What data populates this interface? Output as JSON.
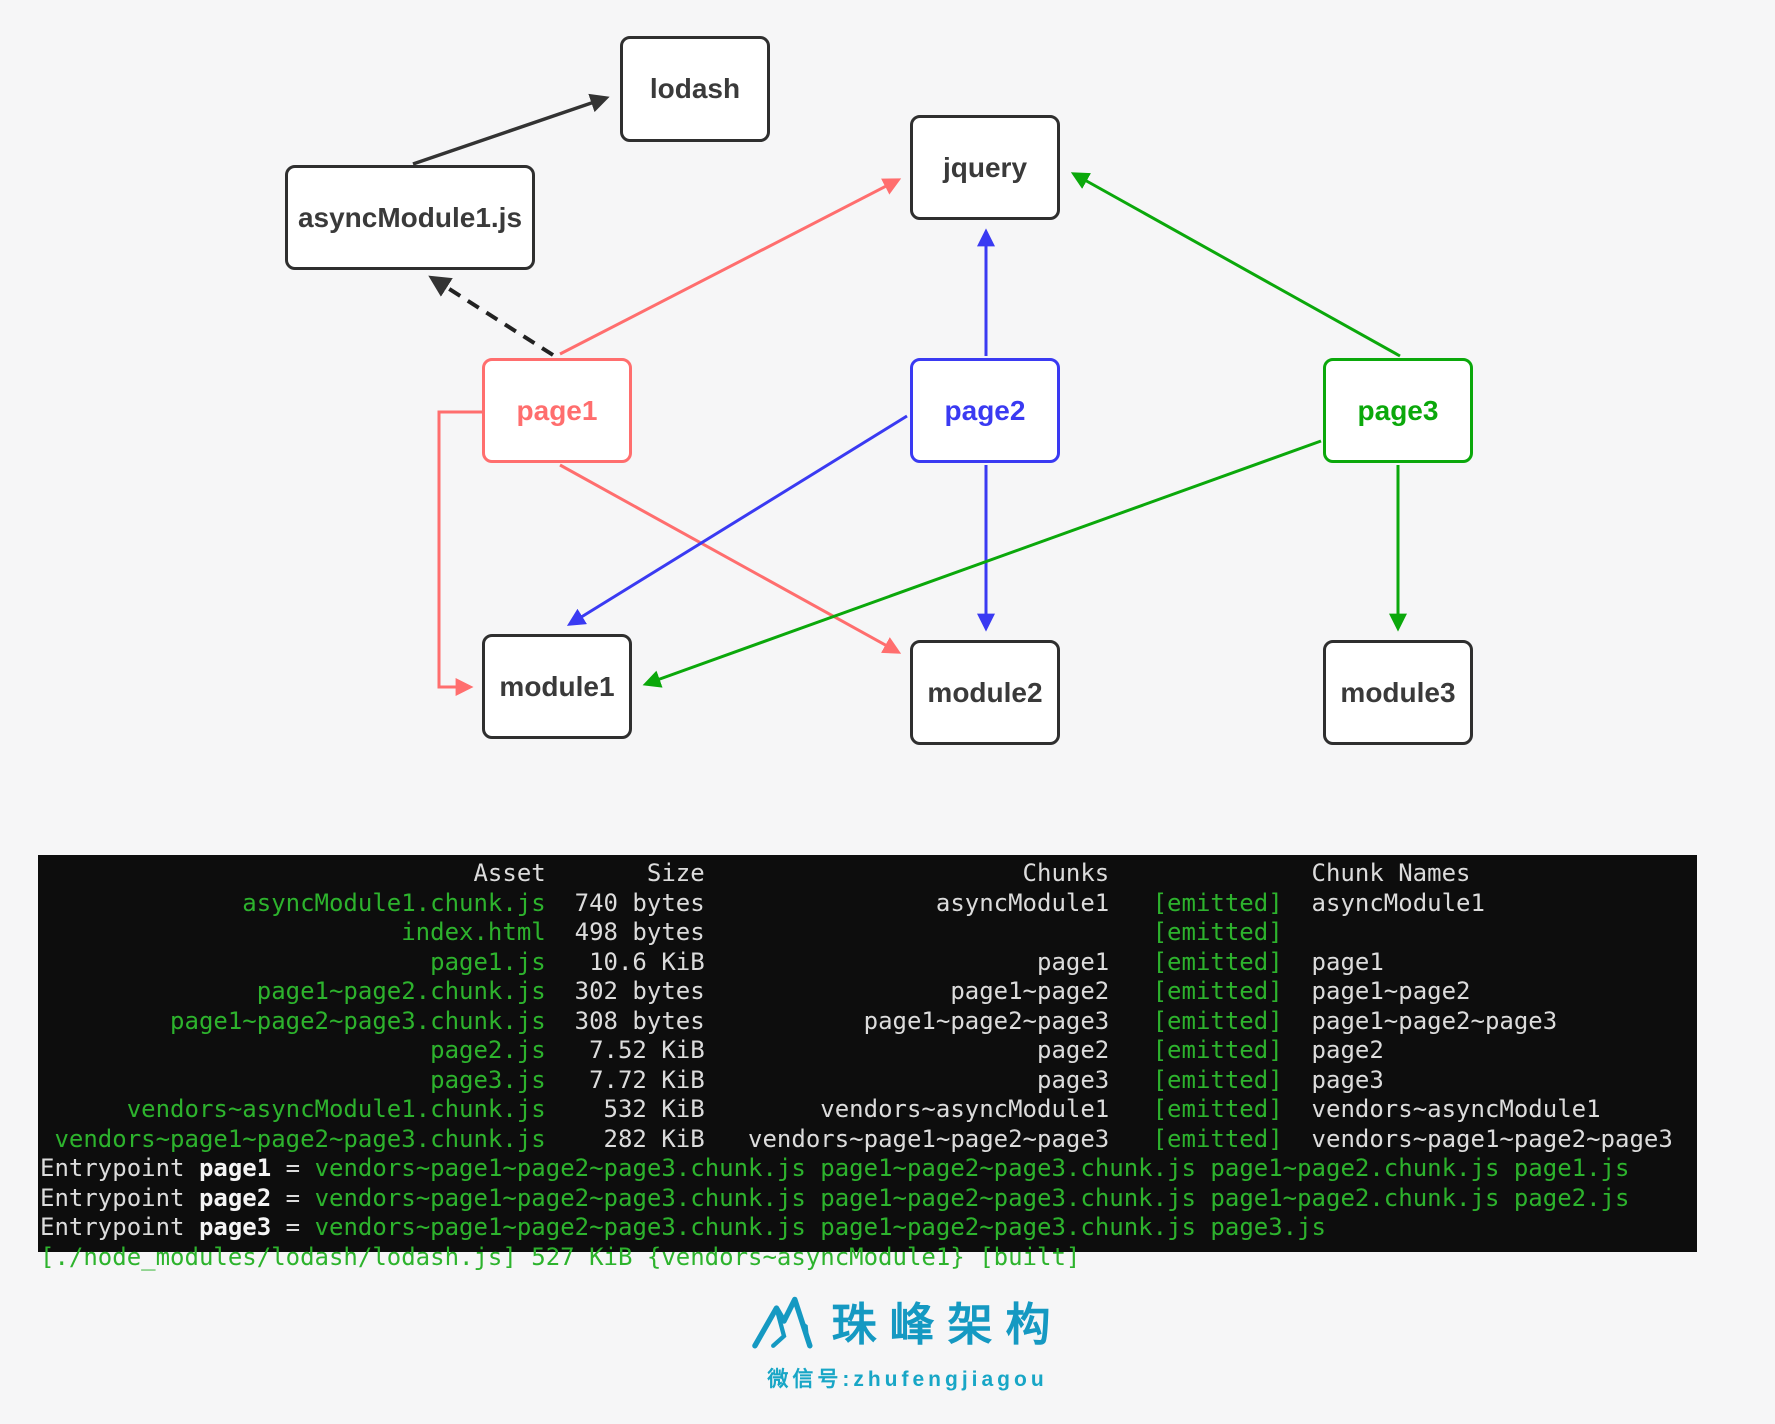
{
  "diagram": {
    "nodes": {
      "lodash": {
        "label": "lodash"
      },
      "asyncModule1": {
        "label": "asyncModule1.js"
      },
      "jquery": {
        "label": "jquery"
      },
      "page1": {
        "label": "page1"
      },
      "page2": {
        "label": "page2"
      },
      "page3": {
        "label": "page3"
      },
      "module1": {
        "label": "module1"
      },
      "module2": {
        "label": "module2"
      },
      "module3": {
        "label": "module3"
      }
    },
    "edges": [
      {
        "from": "asyncModule1.js",
        "to": "lodash",
        "color": "black",
        "style": "solid"
      },
      {
        "from": "page1",
        "to": "asyncModule1.js",
        "color": "black",
        "style": "dashed"
      },
      {
        "from": "page1",
        "to": "jquery",
        "color": "red",
        "style": "solid"
      },
      {
        "from": "page1",
        "to": "module1",
        "color": "red",
        "style": "elbow"
      },
      {
        "from": "page1",
        "to": "module2",
        "color": "red",
        "style": "solid"
      },
      {
        "from": "page2",
        "to": "jquery",
        "color": "blue",
        "style": "solid"
      },
      {
        "from": "page2",
        "to": "module1",
        "color": "blue",
        "style": "solid"
      },
      {
        "from": "page2",
        "to": "module2",
        "color": "blue",
        "style": "solid"
      },
      {
        "from": "page3",
        "to": "jquery",
        "color": "green",
        "style": "solid"
      },
      {
        "from": "page3",
        "to": "module1",
        "color": "green",
        "style": "solid"
      },
      {
        "from": "page3",
        "to": "module3",
        "color": "green",
        "style": "solid"
      }
    ],
    "colors": {
      "red": "#ff6e6e",
      "blue": "#3a3af2",
      "green": "#0ba80b",
      "black": "#333333"
    }
  },
  "terminal": {
    "colors": {
      "background": "#0d0d0d",
      "green": "#2db32d",
      "white": "#dcdcdc"
    },
    "columns": {
      "asset": "Asset",
      "size": "Size",
      "chunks": "Chunks",
      "chunk_names": "Chunk Names"
    },
    "emitted_tag": "[emitted]",
    "assets": [
      {
        "asset": "asyncModule1.chunk.js",
        "size": "740 bytes",
        "chunks": "asyncModule1",
        "names": "asyncModule1"
      },
      {
        "asset": "index.html",
        "size": "498 bytes",
        "chunks": "",
        "names": ""
      },
      {
        "asset": "page1.js",
        "size": "10.6 KiB",
        "chunks": "page1",
        "names": "page1"
      },
      {
        "asset": "page1~page2.chunk.js",
        "size": "302 bytes",
        "chunks": "page1~page2",
        "names": "page1~page2"
      },
      {
        "asset": "page1~page2~page3.chunk.js",
        "size": "308 bytes",
        "chunks": "page1~page2~page3",
        "names": "page1~page2~page3"
      },
      {
        "asset": "page2.js",
        "size": "7.52 KiB",
        "chunks": "page2",
        "names": "page2"
      },
      {
        "asset": "page3.js",
        "size": "7.72 KiB",
        "chunks": "page3",
        "names": "page3"
      },
      {
        "asset": "vendors~asyncModule1.chunk.js",
        "size": "532 KiB",
        "chunks": "vendors~asyncModule1",
        "names": "vendors~asyncModule1"
      },
      {
        "asset": "vendors~page1~page2~page3.chunk.js",
        "size": "282 KiB",
        "chunks": "vendors~page1~page2~page3",
        "names": "vendors~page1~page2~page3"
      }
    ],
    "entrypoint_label": "Entrypoint",
    "entrypoints": [
      {
        "name": "page1",
        "files": "vendors~page1~page2~page3.chunk.js page1~page2~page3.chunk.js page1~page2.chunk.js page1.js"
      },
      {
        "name": "page2",
        "files": "vendors~page1~page2~page3.chunk.js page1~page2~page3.chunk.js page1~page2.chunk.js page2.js"
      },
      {
        "name": "page3",
        "files": "vendors~page1~page2~page3.chunk.js page1~page2~page3.chunk.js page3.js"
      }
    ],
    "bottom_clipped_line": "[./node_modules/lodash/lodash.js] 527 KiB {vendors~asyncModule1} [built]"
  },
  "footer": {
    "brand": "珠峰架构",
    "wechat": "微信号:zhufengjiagou",
    "brand_color": "#1599c2",
    "sub_color": "#18a6c6"
  }
}
